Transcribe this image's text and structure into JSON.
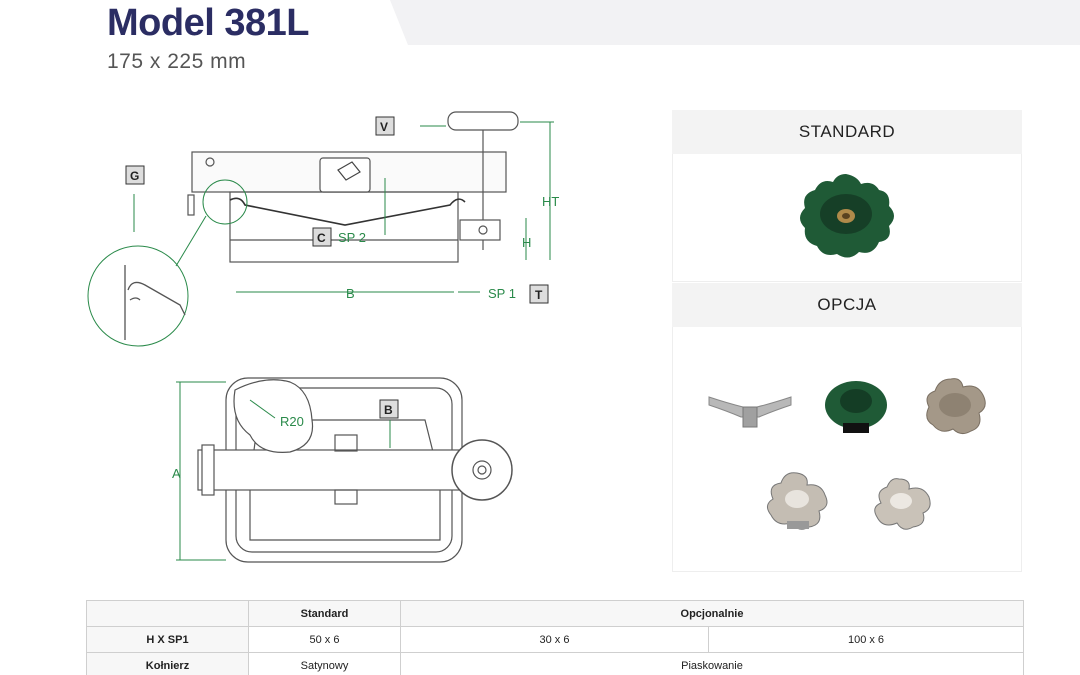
{
  "header": {
    "title": "Model 381L",
    "subtitle": "175 x 225 mm"
  },
  "drawing": {
    "labels": {
      "V": "V",
      "G": "G",
      "C": "C",
      "SP2": "SP 2",
      "HT": "HT",
      "H": "H",
      "B_dim": "B",
      "SP1": "SP 1",
      "T": "T",
      "R20": "R20",
      "B_box": "B",
      "A": "A"
    }
  },
  "panels": {
    "standard": {
      "title": "STANDARD"
    },
    "option": {
      "title": "OPCJA"
    }
  },
  "table": {
    "headers": [
      "",
      "Standard",
      "Opcjonalnie"
    ],
    "rows": [
      {
        "label": "H X SP1",
        "standard": "50 x 6",
        "options": [
          "30 x 6",
          "100 x 6"
        ]
      },
      {
        "label": "Kołnierz",
        "standard": "Satynowy",
        "options": [
          "Piaskowanie"
        ]
      }
    ]
  },
  "colors": {
    "title": "#2b2d63",
    "dimension": "#2a8a4a",
    "knob_green": "#1f5a36",
    "panel_bg": "#f3f3f3"
  }
}
